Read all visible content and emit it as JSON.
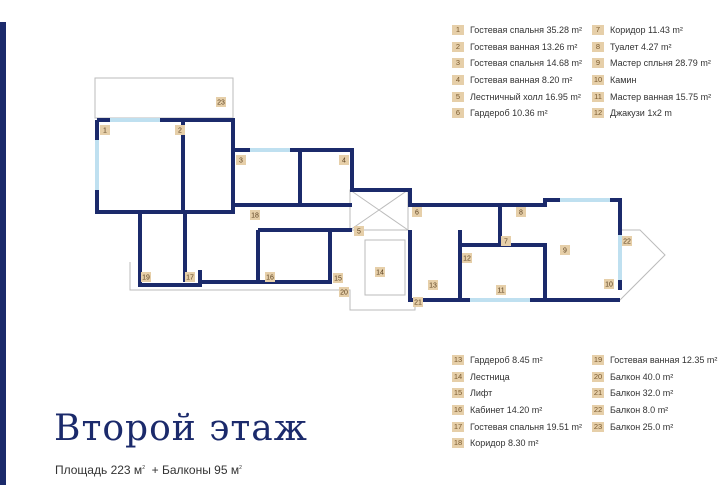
{
  "title": "Второй этаж",
  "area": {
    "label": "Площадь 223 м",
    "sup1": "2",
    "balconies": "+ Балконы 95 м",
    "sup2": "2"
  },
  "legend_top_left": [
    {
      "n": "1",
      "t": "Гостевая спальня 35.28 m²"
    },
    {
      "n": "2",
      "t": "Гостевая ванная 13.26 m²"
    },
    {
      "n": "3",
      "t": "Гостевая спальня 14.68 m²"
    },
    {
      "n": "4",
      "t": "Гостевая ванная 8.20 m²"
    },
    {
      "n": "5",
      "t": "Лестничный холл 16.95 m²"
    },
    {
      "n": "6",
      "t": "Гардероб 10.36 m²"
    }
  ],
  "legend_top_right": [
    {
      "n": "7",
      "t": "Коридор 11.43 m²"
    },
    {
      "n": "8",
      "t": "Туалет 4.27 m²"
    },
    {
      "n": "9",
      "t": "Мастер спльня 28.79 m²"
    },
    {
      "n": "10",
      "t": "Камин"
    },
    {
      "n": "11",
      "t": "Мастер ванная 15.75 m²"
    },
    {
      "n": "12",
      "t": "Джакузи 1x2 m"
    }
  ],
  "legend_bottom_left": [
    {
      "n": "13",
      "t": "Гардероб 8.45 m²"
    },
    {
      "n": "14",
      "t": "Лестница"
    },
    {
      "n": "15",
      "t": "Лифт"
    },
    {
      "n": "16",
      "t": "Кабинет 14.20 m²"
    },
    {
      "n": "17",
      "t": "Гостевая спальня 19.51 m²"
    },
    {
      "n": "18",
      "t": "Коридор 8.30 m²"
    }
  ],
  "legend_bottom_right": [
    {
      "n": "19",
      "t": "Гостевая ванная 12.35 m²"
    },
    {
      "n": "20",
      "t": "Балкон 40.0 m²"
    },
    {
      "n": "21",
      "t": "Балкон 32.0 m²"
    },
    {
      "n": "22",
      "t": "Балкон 8.0 m²"
    },
    {
      "n": "23",
      "t": "Балкон 25.0 m²"
    }
  ],
  "colors": {
    "wall": "#1b2a6b",
    "tag": "#e6cfa9",
    "window": "#bfe0f0"
  }
}
